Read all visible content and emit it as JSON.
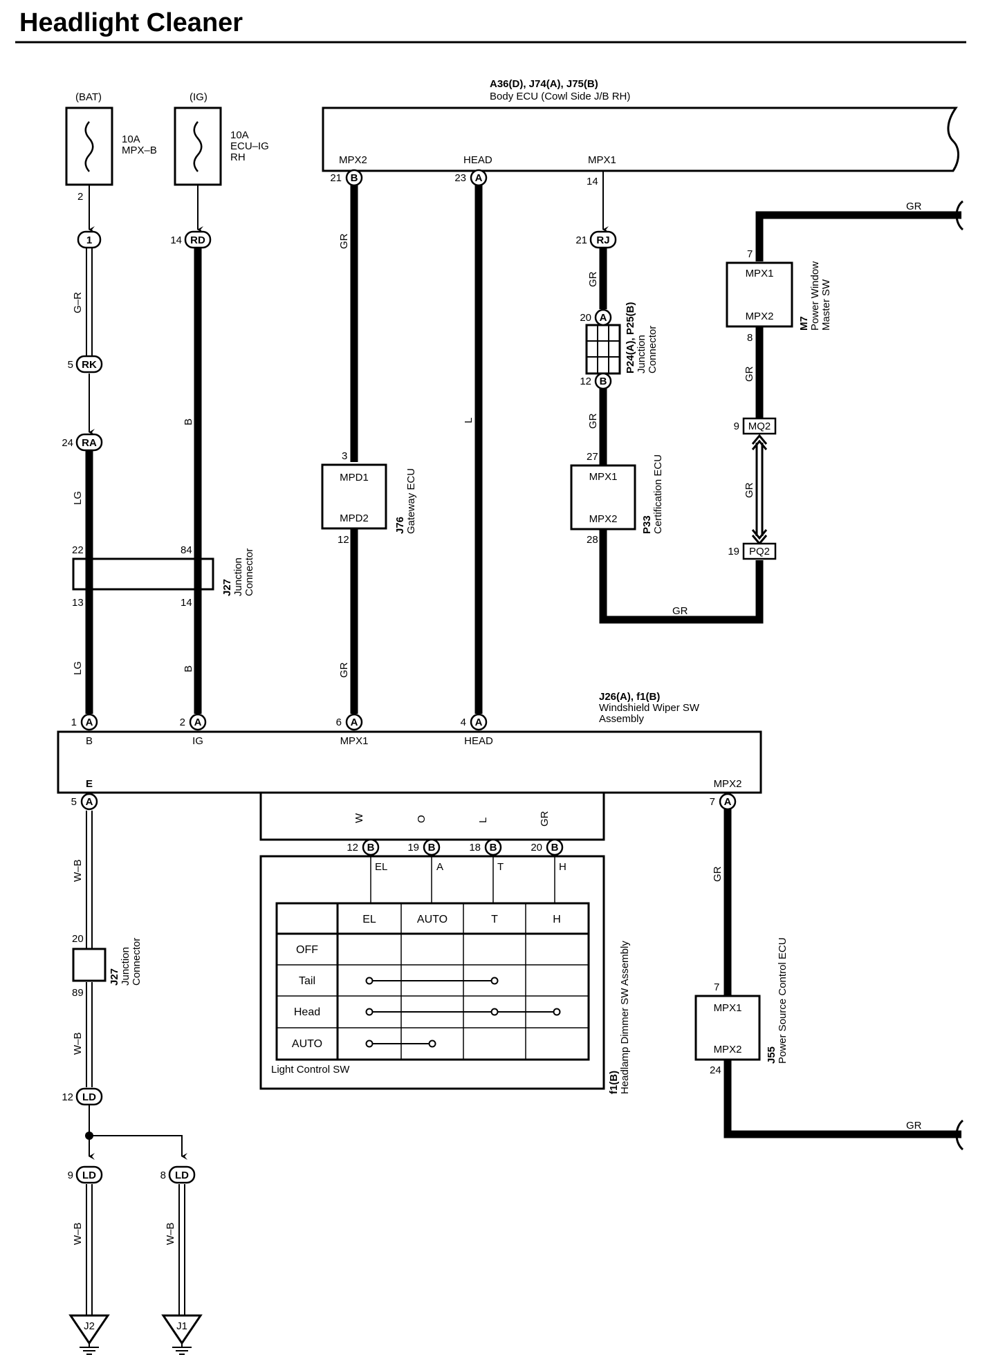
{
  "title": "Headlight Cleaner",
  "sources": {
    "bat": {
      "label": "(BAT)",
      "amp": "10A",
      "name": "MPX–B",
      "pin": "2"
    },
    "ig": {
      "label": "(IG)",
      "amp": "10A",
      "name1": "ECU–IG",
      "name2": "RH"
    }
  },
  "body_ecu": {
    "code": "A36(D), J74(A), J75(B)",
    "name": "Body ECU (Cowl Side J/B RH)",
    "mpx2": {
      "label": "MPX2",
      "pin": "21",
      "conn": "B"
    },
    "head": {
      "label": "HEAD",
      "pin": "23",
      "conn": "A"
    },
    "mpx1": {
      "label": "MPX1",
      "pin": "14"
    }
  },
  "connectors": {
    "c1": {
      "pin": "",
      "id": "1"
    },
    "rd": {
      "pin": "14",
      "id": "RD"
    },
    "rk": {
      "pin": "5",
      "id": "RK"
    },
    "ra": {
      "pin": "24",
      "id": "RA"
    },
    "rj": {
      "pin": "21",
      "id": "RJ"
    },
    "mq2": {
      "pin": "9",
      "id": "MQ2"
    },
    "pq2": {
      "pin": "19",
      "id": "PQ2"
    },
    "ld12": {
      "pin": "12",
      "id": "LD"
    },
    "ld9": {
      "pin": "9",
      "id": "LD"
    },
    "ld8": {
      "pin": "8",
      "id": "LD"
    }
  },
  "wires": {
    "g_r": "G–R",
    "lg1": "LG",
    "lg2": "LG",
    "b1": "B",
    "b2": "B",
    "gr1": "GR",
    "gr2": "GR",
    "l1": "L",
    "gr_rj": "GR",
    "gr_p33": "GR",
    "gr_mpx": "GR",
    "gr_bottom": "GR",
    "gr_m7": "GR",
    "gr_mq": "GR",
    "gr_top_right": "GR",
    "wb1": "W–B",
    "wb2": "W–B",
    "wb3": "W–B",
    "wb4": "W–B",
    "gr_j55a": "GR",
    "gr_j55b": "GR",
    "w": "W",
    "o": "O",
    "l2": "L",
    "gr3": "GR"
  },
  "j27": {
    "code": "J27",
    "name1": "Junction",
    "name2": "Connector",
    "p22": "22",
    "p84": "84",
    "p13": "13",
    "p14": "14",
    "p20": "20",
    "p89": "89"
  },
  "j76": {
    "code": "J76",
    "name": "Gateway ECU",
    "top": "MPD1",
    "bottom": "MPD2",
    "p3": "3",
    "p12": "12"
  },
  "p24": {
    "code": "P24(A), P25(B)",
    "name1": "Junction",
    "name2": "Connector",
    "p20": "20",
    "p12": "12",
    "a": "A",
    "b": "B"
  },
  "p33": {
    "code": "P33",
    "name": "Certification ECU",
    "top": "MPX1",
    "bottom": "MPX2",
    "p27": "27",
    "p28": "28"
  },
  "m7": {
    "code": "M7",
    "name1": "Power Window",
    "name2": "Master SW",
    "top": "MPX1",
    "bottom": "MPX2",
    "p7": "7",
    "p8": "8"
  },
  "wiper": {
    "code": "J26(A), f1(B)",
    "name1": "Windshield Wiper SW",
    "name2": "Assembly",
    "pins": [
      {
        "pin": "1",
        "conn": "A",
        "label": "B"
      },
      {
        "pin": "2",
        "conn": "A",
        "label": "IG"
      },
      {
        "pin": "6",
        "conn": "A",
        "label": "MPX1"
      },
      {
        "pin": "4",
        "conn": "A",
        "label": "HEAD"
      }
    ],
    "e": {
      "pin": "5",
      "conn": "A",
      "label": "E"
    },
    "mpx2": {
      "pin": "7",
      "conn": "A",
      "label": "MPX2"
    },
    "bpins": [
      {
        "pin": "12",
        "conn": "B",
        "label": "EL"
      },
      {
        "pin": "19",
        "conn": "B",
        "label": "A"
      },
      {
        "pin": "18",
        "conn": "B",
        "label": "T"
      },
      {
        "pin": "20",
        "conn": "B",
        "label": "H"
      }
    ]
  },
  "light_sw": {
    "name": "Light Control SW",
    "assembly": "Headlamp Dimmer SW Assembly",
    "assembly_code": "f1(B)",
    "columns": [
      "EL",
      "AUTO",
      "T",
      "H"
    ],
    "rows": [
      "OFF",
      "Tail",
      "Head",
      "AUTO"
    ]
  },
  "j55": {
    "code": "J55",
    "name": "Power Source Control ECU",
    "top": "MPX1",
    "bottom": "MPX2",
    "p7": "7",
    "p24": "24"
  },
  "grounds": {
    "j2": "J2",
    "j1": "J1"
  }
}
